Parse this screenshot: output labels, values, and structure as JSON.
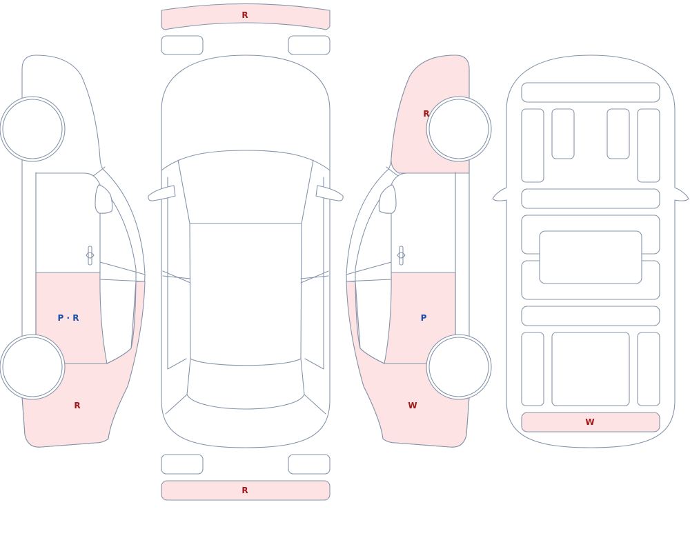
{
  "colors": {
    "outline": "#8494aa",
    "damage_fill": "#fde3e3",
    "label_red": "#a01818",
    "label_blue": "#1a4fa6"
  },
  "labels": {
    "front_bumper": "R",
    "rear_bumper": "R",
    "left_rear_door": "P · R",
    "left_quarter_panel": "R",
    "right_front_fender": "R",
    "right_rear_door": "P",
    "right_quarter_panel": "W",
    "floor_rear_panel": "W"
  }
}
